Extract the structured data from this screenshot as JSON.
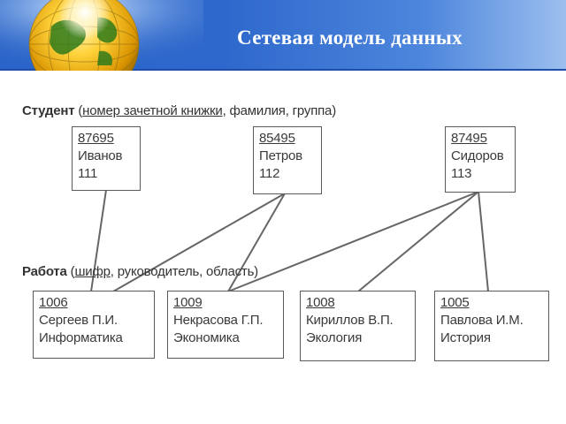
{
  "slide": {
    "title": "Сетевая модель данных"
  },
  "student_schema": {
    "entity": "Студент",
    "open_paren": "(",
    "key_attr": "номер зачетной книжки",
    "rest": ", фамилия, группа)"
  },
  "work_schema": {
    "entity": "Работа",
    "open_paren": "(",
    "key_attr": "шифр",
    "rest": ", руководитель, область)"
  },
  "students": [
    {
      "id": "87695",
      "surname": "Иванов",
      "group": "111"
    },
    {
      "id": "85495",
      "surname": "Петров",
      "group": "112"
    },
    {
      "id": "87495",
      "surname": "Сидоров",
      "group": "113"
    }
  ],
  "works": [
    {
      "code": "1006",
      "supervisor": "Сергеев П.И.",
      "field": "Информатика"
    },
    {
      "code": "1009",
      "supervisor": "Некрасова Г.П.",
      "field": "Экономика"
    },
    {
      "code": "1008",
      "supervisor": "Кириллов В.П.",
      "field": "Экология"
    },
    {
      "code": "1005",
      "supervisor": "Павлова И.М.",
      "field": "История"
    }
  ],
  "links": [
    {
      "student": "87695",
      "work": "1006"
    },
    {
      "student": "85495",
      "work": "1006"
    },
    {
      "student": "85495",
      "work": "1009"
    },
    {
      "student": "87495",
      "work": "1009"
    },
    {
      "student": "87495",
      "work": "1008"
    },
    {
      "student": "87495",
      "work": "1005"
    }
  ]
}
